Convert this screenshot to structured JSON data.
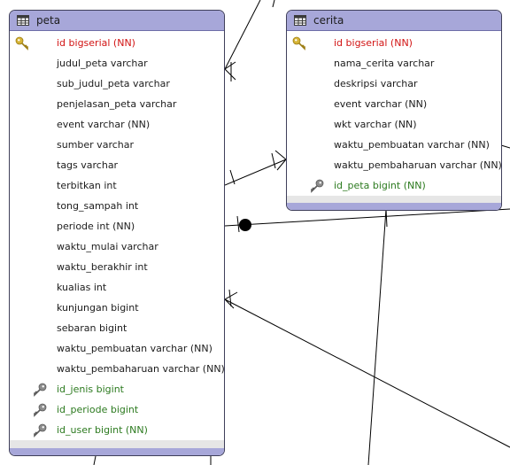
{
  "entities": {
    "peta": {
      "title": "peta",
      "fields": [
        {
          "text": "id bigserial (NN)",
          "kind": "pk",
          "icon": "primary-key-icon"
        },
        {
          "text": "judul_peta varchar",
          "kind": "plain"
        },
        {
          "text": "sub_judul_peta varchar",
          "kind": "plain"
        },
        {
          "text": "penjelasan_peta varchar",
          "kind": "plain"
        },
        {
          "text": "event varchar (NN)",
          "kind": "plain"
        },
        {
          "text": "sumber varchar",
          "kind": "plain"
        },
        {
          "text": "tags varchar",
          "kind": "plain"
        },
        {
          "text": "terbitkan int",
          "kind": "plain"
        },
        {
          "text": "tong_sampah int",
          "kind": "plain"
        },
        {
          "text": "periode int (NN)",
          "kind": "plain"
        },
        {
          "text": "waktu_mulai varchar",
          "kind": "plain"
        },
        {
          "text": "waktu_berakhir int",
          "kind": "plain"
        },
        {
          "text": "kualias int",
          "kind": "plain"
        },
        {
          "text": "kunjungan bigint",
          "kind": "plain"
        },
        {
          "text": "sebaran bigint",
          "kind": "plain"
        },
        {
          "text": "waktu_pembuatan varchar (NN)",
          "kind": "plain"
        },
        {
          "text": "waktu_pembaharuan varchar (NN)",
          "kind": "plain"
        },
        {
          "text": "id_jenis bigint",
          "kind": "fk",
          "icon": "foreign-key-icon"
        },
        {
          "text": "id_periode bigint",
          "kind": "fk",
          "icon": "foreign-key-icon"
        },
        {
          "text": "id_user bigint (NN)",
          "kind": "fk",
          "icon": "foreign-key-icon"
        }
      ]
    },
    "cerita": {
      "title": "cerita",
      "fields": [
        {
          "text": "id bigserial (NN)",
          "kind": "pk",
          "icon": "primary-key-icon"
        },
        {
          "text": "nama_cerita varchar",
          "kind": "plain"
        },
        {
          "text": "deskripsi varchar",
          "kind": "plain"
        },
        {
          "text": "event varchar (NN)",
          "kind": "plain"
        },
        {
          "text": "wkt varchar (NN)",
          "kind": "plain"
        },
        {
          "text": "waktu_pembuatan varchar (NN)",
          "kind": "plain"
        },
        {
          "text": "waktu_pembaharuan varchar (NN)",
          "kind": "plain"
        },
        {
          "text": "id_peta bigint (NN)",
          "kind": "fk",
          "icon": "foreign-key-icon"
        }
      ]
    }
  },
  "colors": {
    "header": "#a7a7d9",
    "primary_key_text": "#d21414",
    "foreign_key_text": "#2c7a1f",
    "primary_key_icon": "#d6b437",
    "foreign_key_icon": "#8c8c8c"
  }
}
